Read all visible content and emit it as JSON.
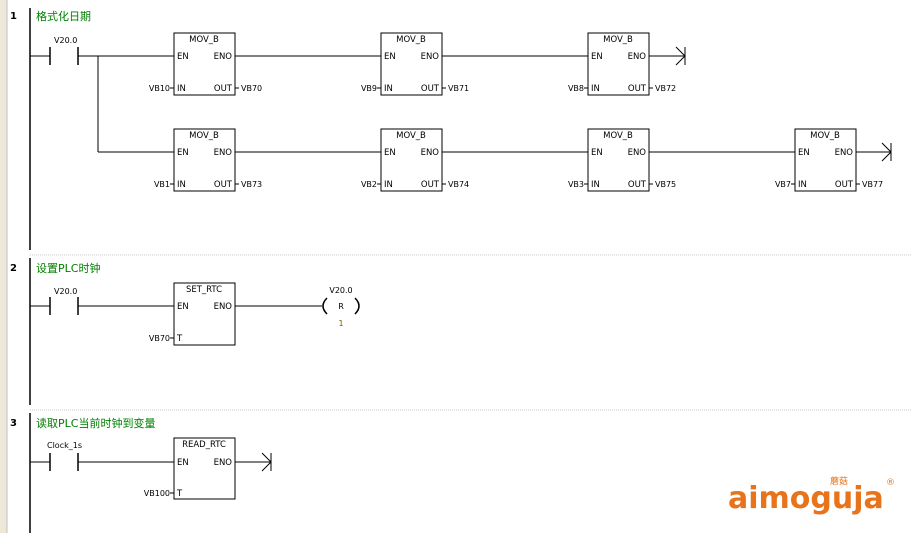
{
  "networks": [
    {
      "number": "1",
      "comment": "格式化日期",
      "contact": "V20.0",
      "blocks": [
        {
          "title": "MOV_B",
          "en": "EN",
          "eno": "ENO",
          "in_label": "IN",
          "out_label": "OUT",
          "in_operand": "VB10",
          "out_operand": "VB70"
        },
        {
          "title": "MOV_B",
          "en": "EN",
          "eno": "ENO",
          "in_label": "IN",
          "out_label": "OUT",
          "in_operand": "VB9",
          "out_operand": "VB71"
        },
        {
          "title": "MOV_B",
          "en": "EN",
          "eno": "ENO",
          "in_label": "IN",
          "out_label": "OUT",
          "in_operand": "VB8",
          "out_operand": "VB72"
        },
        {
          "title": "MOV_B",
          "en": "EN",
          "eno": "ENO",
          "in_label": "IN",
          "out_label": "OUT",
          "in_operand": "VB1",
          "out_operand": "VB73"
        },
        {
          "title": "MOV_B",
          "en": "EN",
          "eno": "ENO",
          "in_label": "IN",
          "out_label": "OUT",
          "in_operand": "VB2",
          "out_operand": "VB74"
        },
        {
          "title": "MOV_B",
          "en": "EN",
          "eno": "ENO",
          "in_label": "IN",
          "out_label": "OUT",
          "in_operand": "VB3",
          "out_operand": "VB75"
        },
        {
          "title": "MOV_B",
          "en": "EN",
          "eno": "ENO",
          "in_label": "IN",
          "out_label": "OUT",
          "in_operand": "VB7",
          "out_operand": "VB77"
        }
      ]
    },
    {
      "number": "2",
      "comment": "设置PLC时钟",
      "contact": "V20.0",
      "block": {
        "title": "SET_RTC",
        "en": "EN",
        "eno": "ENO",
        "t_label": "T",
        "t_operand": "VB70"
      },
      "coil": {
        "address": "V20.0",
        "type": "R",
        "count": "1"
      }
    },
    {
      "number": "3",
      "comment": "读取PLC当前时钟到变量",
      "contact": "Clock_1s",
      "block": {
        "title": "READ_RTC",
        "en": "EN",
        "eno": "ENO",
        "t_label": "T",
        "t_operand": "VB100"
      }
    }
  ],
  "logo": {
    "text": "aimoguja",
    "cn": "蘑菇",
    "registered": "®"
  },
  "colors": {
    "comment": "#008000",
    "logo": "#e8731a",
    "rail_gutter": "#ece9d8"
  }
}
